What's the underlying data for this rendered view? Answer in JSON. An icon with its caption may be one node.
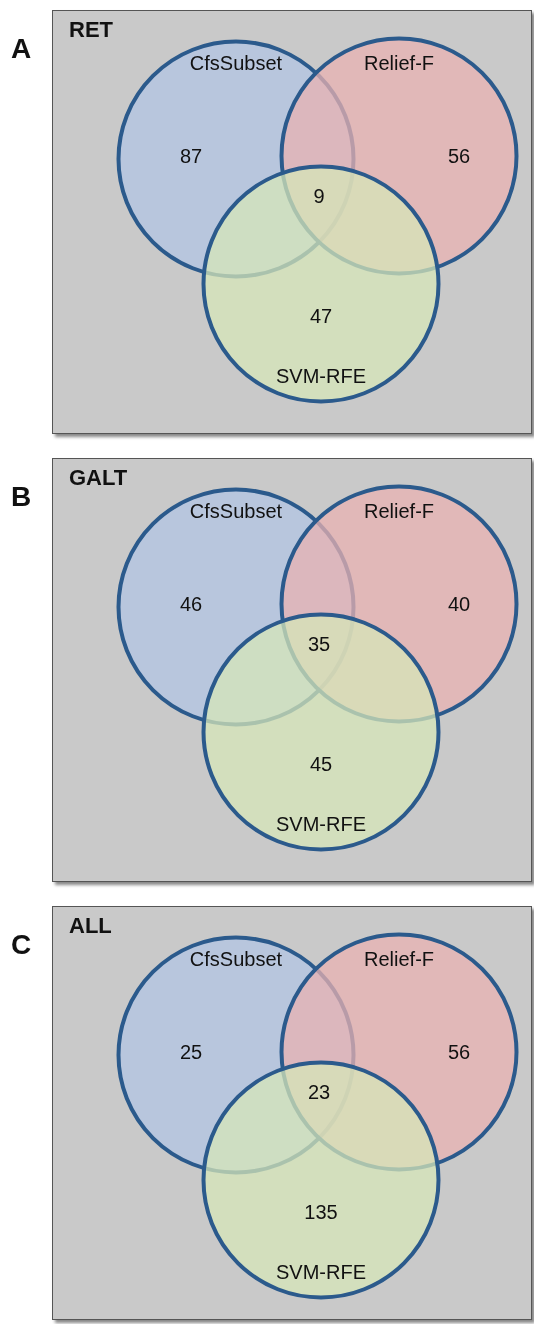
{
  "diagram": {
    "nodes": [
      {
        "text": [
          "RET"
        ],
        "beside": [
          "A"
        ]
      },
      {
        "text": [
          "CfsSubset",
          "87"
        ],
        "in": 0
      },
      {
        "text": [
          "Relief-F",
          "56"
        ],
        "in": 0
      },
      {
        "text": [
          "47",
          "SVM-RFE"
        ],
        "in": 0
      },
      {
        "text": [
          "GALT"
        ],
        "beside": [
          "B"
        ]
      },
      {
        "text": [
          "CfsSubset",
          "46"
        ],
        "in": 4
      },
      {
        "text": [
          "Relief-F",
          "40"
        ],
        "in": 4
      },
      {
        "text": [
          "45",
          "SVM-RFE"
        ],
        "in": 4
      },
      {
        "text": [
          "ALL"
        ],
        "beside": [
          "C"
        ]
      },
      {
        "text": [
          "CfsSubset",
          "25"
        ],
        "in": 8
      },
      {
        "text": [
          "Relief-F",
          "56"
        ],
        "in": 8
      },
      {
        "text": [
          "135",
          "SVM-RFE"
        ],
        "in": 8
      }
    ],
    "labels": [
      "9",
      "35",
      "23"
    ]
  }
}
